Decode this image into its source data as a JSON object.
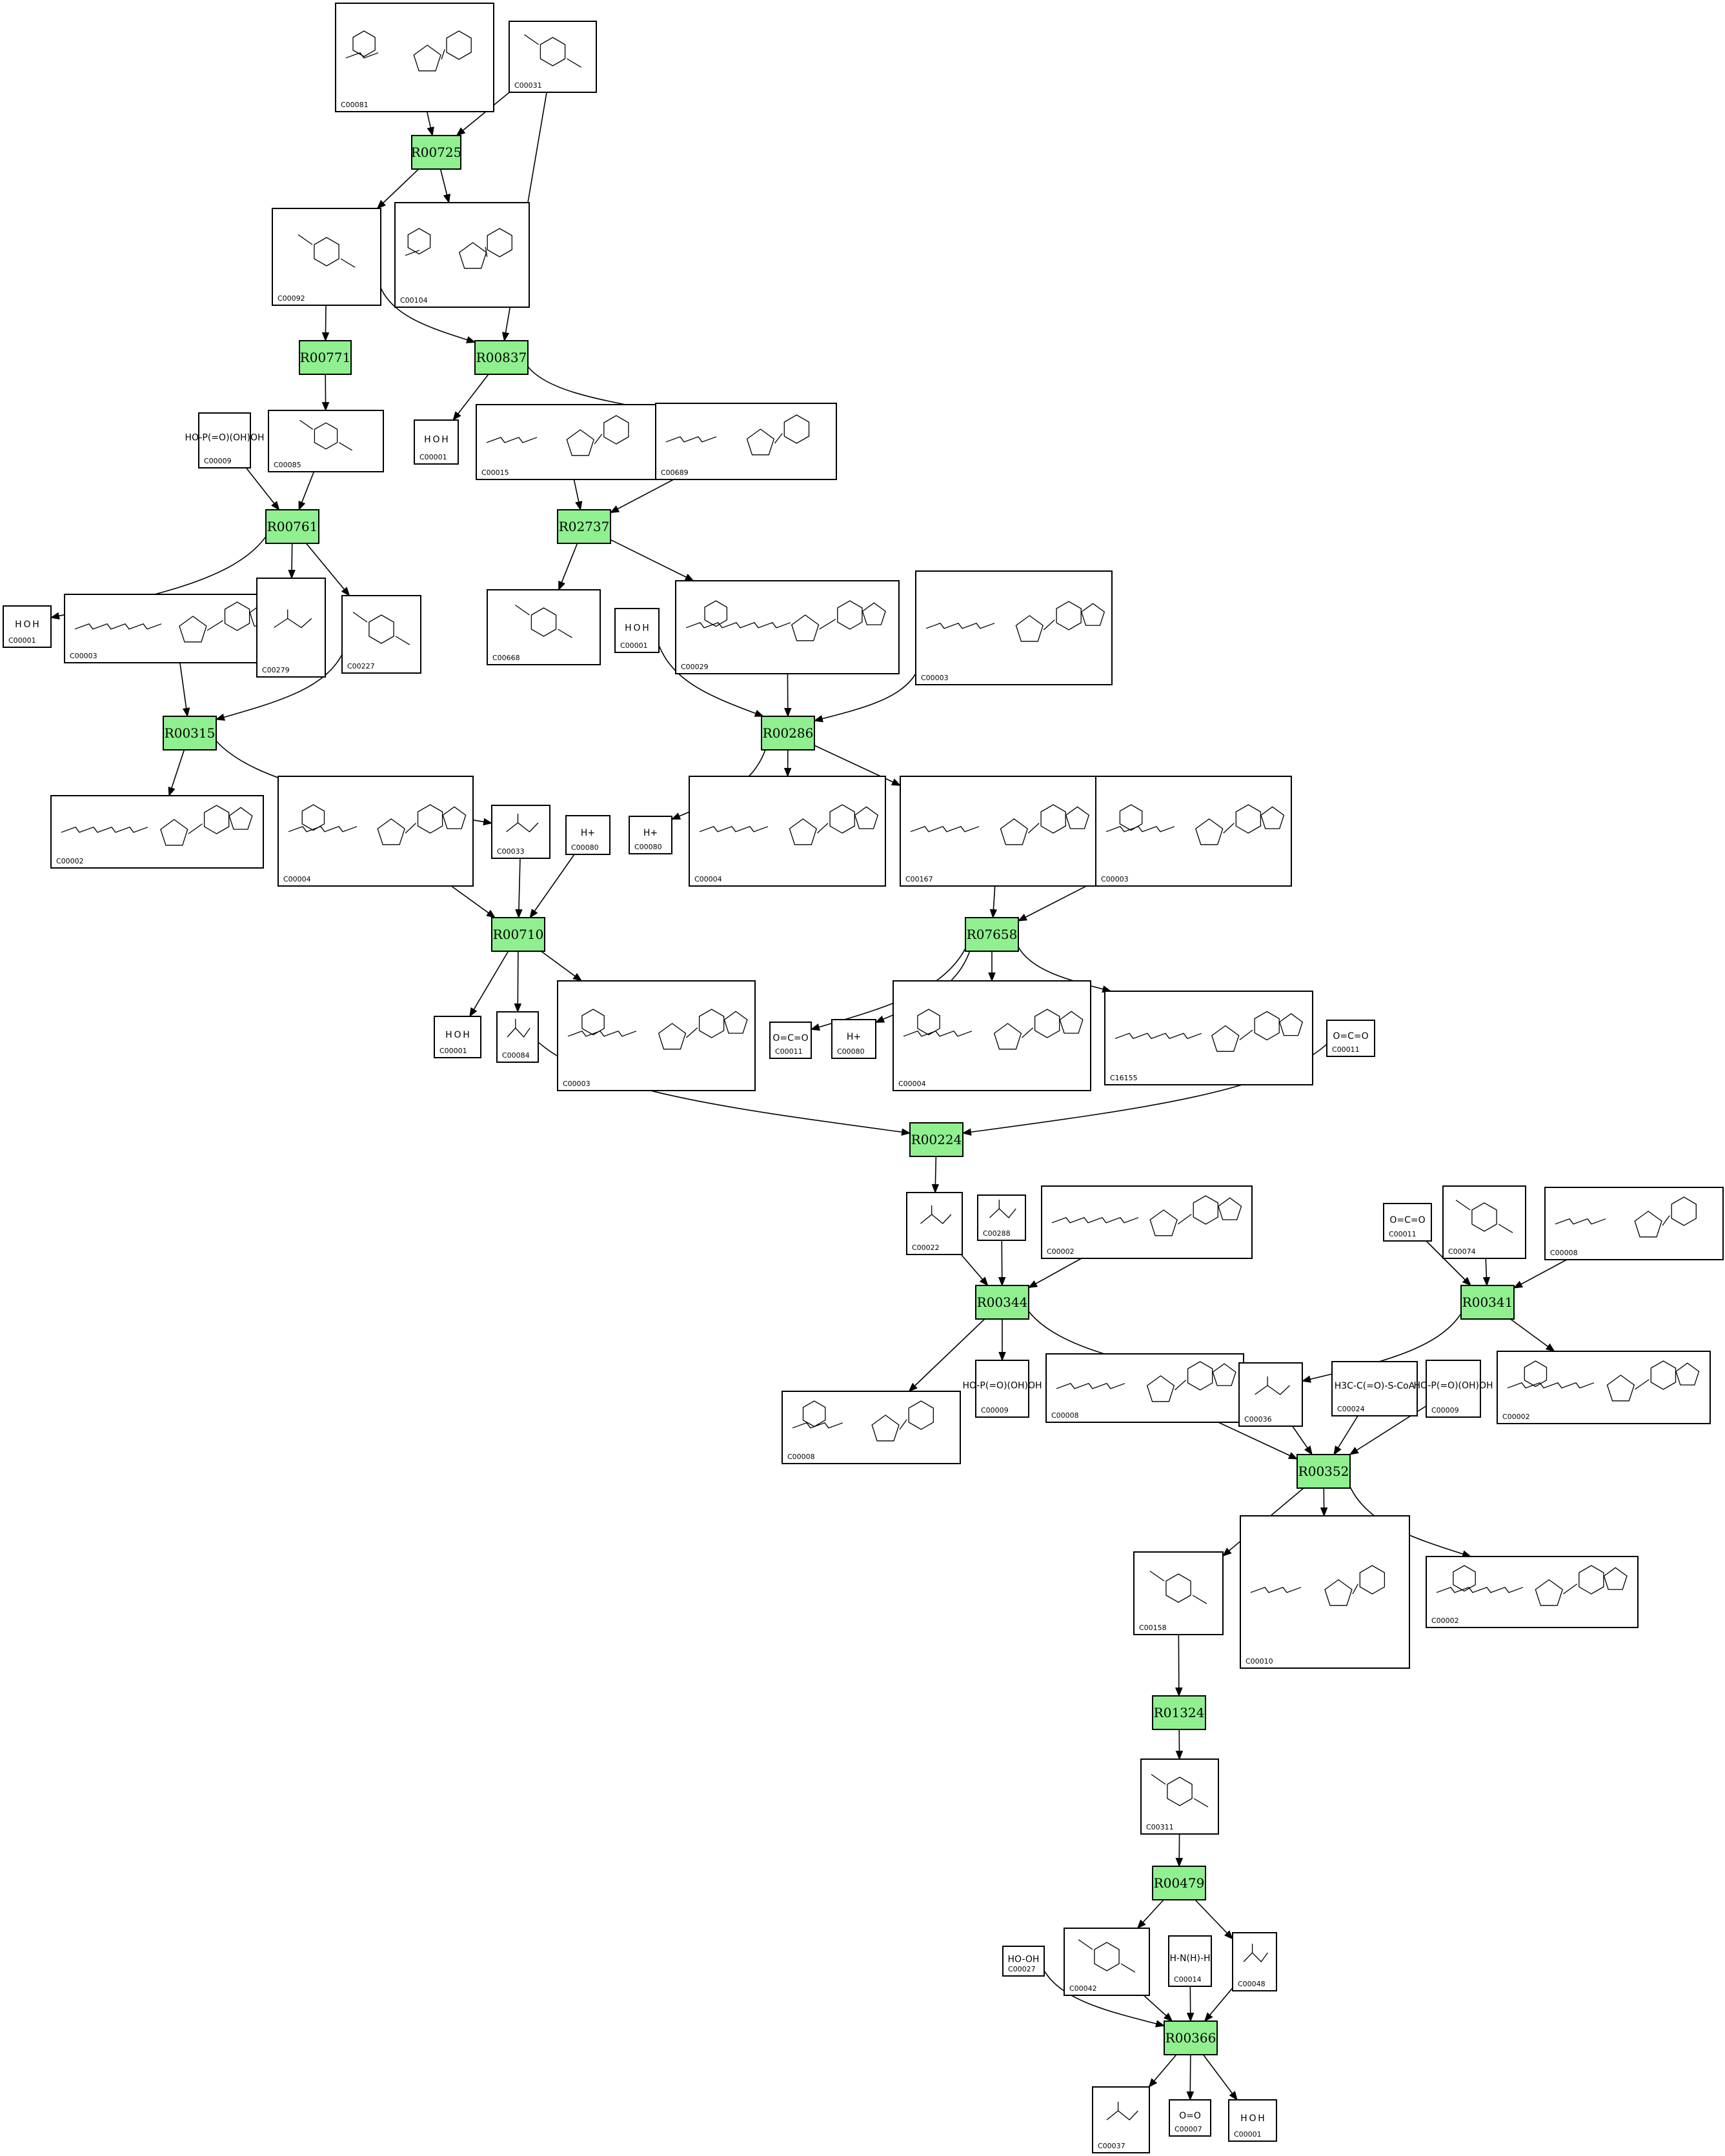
{
  "reactions": [
    {
      "id": "R00725",
      "label": "R00725"
    },
    {
      "id": "R00771",
      "label": "R00771"
    },
    {
      "id": "R00837",
      "label": "R00837"
    },
    {
      "id": "R00761",
      "label": "R00761"
    },
    {
      "id": "R02737",
      "label": "R02737"
    },
    {
      "id": "R00315",
      "label": "R00315"
    },
    {
      "id": "R00286",
      "label": "R00286"
    },
    {
      "id": "R00710",
      "label": "R00710"
    },
    {
      "id": "R07658",
      "label": "R07658"
    },
    {
      "id": "R00224",
      "label": "R00224"
    },
    {
      "id": "R00344",
      "label": "R00344"
    },
    {
      "id": "R00341",
      "label": "R00341"
    },
    {
      "id": "R00352",
      "label": "R00352"
    },
    {
      "id": "R01324",
      "label": "R01324"
    },
    {
      "id": "R00479",
      "label": "R00479"
    },
    {
      "id": "R00366",
      "label": "R00366"
    }
  ],
  "compounds": [
    {
      "id": "c00081",
      "label": "C00081",
      "formula": ""
    },
    {
      "id": "c00031",
      "label": "C00031",
      "formula": ""
    },
    {
      "id": "c00092",
      "label": "C00092",
      "formula": ""
    },
    {
      "id": "c00104",
      "label": "C00104",
      "formula": ""
    },
    {
      "id": "c00009a",
      "label": "C00009",
      "formula": "HO-P(=O)(OH)OH"
    },
    {
      "id": "c00085",
      "label": "C00085",
      "formula": ""
    },
    {
      "id": "c00001a",
      "label": "C00001",
      "formula": "H O H"
    },
    {
      "id": "c00015",
      "label": "C00015",
      "formula": ""
    },
    {
      "id": "c00689",
      "label": "C00689",
      "formula": ""
    },
    {
      "id": "c00001b",
      "label": "C00001",
      "formula": "H O H"
    },
    {
      "id": "c00003a",
      "label": "C00003",
      "formula": ""
    },
    {
      "id": "c00279",
      "label": "C00279",
      "formula": ""
    },
    {
      "id": "c00227",
      "label": "C00227",
      "formula": ""
    },
    {
      "id": "c00668",
      "label": "C00668",
      "formula": ""
    },
    {
      "id": "c00001c",
      "label": "C00001",
      "formula": "H O H"
    },
    {
      "id": "c00029",
      "label": "C00029",
      "formula": ""
    },
    {
      "id": "c00003b",
      "label": "C00003",
      "formula": ""
    },
    {
      "id": "c00002a",
      "label": "C00002",
      "formula": ""
    },
    {
      "id": "c00004a",
      "label": "C00004",
      "formula": ""
    },
    {
      "id": "c00033",
      "label": "C00033",
      "formula": ""
    },
    {
      "id": "c00080a",
      "label": "C00080",
      "formula": "H+"
    },
    {
      "id": "c00080b",
      "label": "C00080",
      "formula": "H+"
    },
    {
      "id": "c00004b",
      "label": "C00004",
      "formula": ""
    },
    {
      "id": "c00167",
      "label": "C00167",
      "formula": ""
    },
    {
      "id": "c00003c",
      "label": "C00003",
      "formula": ""
    },
    {
      "id": "c00001d",
      "label": "C00001",
      "formula": "H O H"
    },
    {
      "id": "c00084",
      "label": "C00084",
      "formula": ""
    },
    {
      "id": "c00003d",
      "label": "C00003",
      "formula": ""
    },
    {
      "id": "c00011a",
      "label": "C00011",
      "formula": "O=C=O"
    },
    {
      "id": "c00080c",
      "label": "C00080",
      "formula": "H+"
    },
    {
      "id": "c00004c",
      "label": "C00004",
      "formula": ""
    },
    {
      "id": "c16155",
      "label": "C16155",
      "formula": ""
    },
    {
      "id": "c00011b",
      "label": "C00011",
      "formula": "O=C=O"
    },
    {
      "id": "c00022",
      "label": "C00022",
      "formula": ""
    },
    {
      "id": "c00288",
      "label": "C00288",
      "formula": ""
    },
    {
      "id": "c00002b",
      "label": "C00002",
      "formula": ""
    },
    {
      "id": "c00011c",
      "label": "C00011",
      "formula": "O=C=O"
    },
    {
      "id": "c00074",
      "label": "C00074",
      "formula": ""
    },
    {
      "id": "c00008a",
      "label": "C00008",
      "formula": ""
    },
    {
      "id": "c00008b",
      "label": "C00008",
      "formula": ""
    },
    {
      "id": "c00009b",
      "label": "C00009",
      "formula": "HO-P(=O)(OH)OH"
    },
    {
      "id": "c00008c",
      "label": "C00008",
      "formula": ""
    },
    {
      "id": "c00036",
      "label": "C00036",
      "formula": ""
    },
    {
      "id": "c00024",
      "label": "C00024",
      "formula": "H3C-C(=O)-S-CoA"
    },
    {
      "id": "c00009c",
      "label": "C00009",
      "formula": "HO-P(=O)(OH)OH"
    },
    {
      "id": "c00002c",
      "label": "C00002",
      "formula": ""
    },
    {
      "id": "c00158",
      "label": "C00158",
      "formula": ""
    },
    {
      "id": "c00010",
      "label": "C00010",
      "formula": ""
    },
    {
      "id": "c00002d",
      "label": "C00002",
      "formula": ""
    },
    {
      "id": "c00311",
      "label": "C00311",
      "formula": ""
    },
    {
      "id": "c00027",
      "label": "C00027",
      "formula": "HO-OH"
    },
    {
      "id": "c00042",
      "label": "C00042",
      "formula": ""
    },
    {
      "id": "c00014",
      "label": "C00014",
      "formula": "H-N(H)-H"
    },
    {
      "id": "c00048",
      "label": "C00048",
      "formula": ""
    },
    {
      "id": "c00037",
      "label": "C00037",
      "formula": ""
    },
    {
      "id": "c00007",
      "label": "C00007",
      "formula": "O=O"
    },
    {
      "id": "c00001e",
      "label": "C00001",
      "formula": "H O H"
    }
  ]
}
